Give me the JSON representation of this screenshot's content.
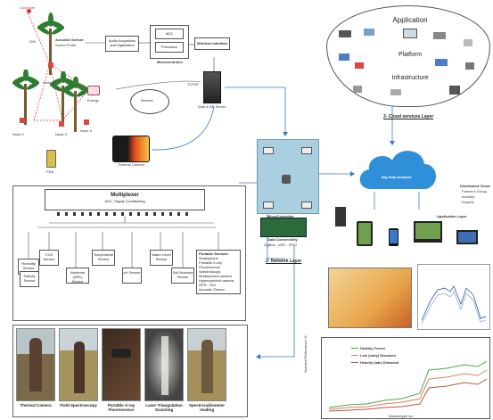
{
  "iot_field": {
    "sensor_top_label": "Controller",
    "acoustic_sensor": "Acoustic Sensor",
    "sound_probe": "Sound Probe",
    "gw": "GW",
    "node1": "Node 1",
    "node2": "Node 2",
    "node3": "Node 3",
    "node4": "Node 4",
    "energy": "Energy",
    "internet": "Internet",
    "pda": "PDA",
    "audio_box": "Audio Acquisition and Digitization",
    "microcontroller_boxes": [
      "ADC",
      "Processor"
    ],
    "microcontroller_label": "Microcontroller",
    "wireless_interface": "Wireless Interface",
    "tcp_label": "TCP/IP",
    "web_server": "Web & DB Server",
    "thermal_camera": "Thermal Camera"
  },
  "multiplexer": {
    "title": "Multiplexer",
    "subtitle": "ADC, Signal Conditioning",
    "sensors": [
      "Humidity Sensor",
      "CO2 Sensor",
      "Temperature Sensor",
      "Water Level Sensor",
      "Salinity Sensor",
      "Nutrients (NPK) Sensor",
      "pH Sensor",
      "Soil Moisture Sensor"
    ],
    "portable_sensors_title": "Portable Sensors",
    "portable_sensors": [
      "Smartphone",
      "Portable X-ray",
      "Fluorescence",
      "Spectroscopy",
      "Multispectral camera",
      "Hyperspectral camera",
      "GPS - GIS",
      "Acoustic Sensor"
    ]
  },
  "photos": [
    {
      "caption": "Thermal Camera"
    },
    {
      "caption": "Field Spectroscopy"
    },
    {
      "caption": "Portable X-ray Fluorescence"
    },
    {
      "caption": "Laser Triangulation Scanning"
    },
    {
      "caption": "Spectroradiometer reading"
    }
  ],
  "network": {
    "microcontroller": "MicroController",
    "data_connectivity": "Data Connectivity",
    "protocols": "ZigBee - WiFi - RFID",
    "layer_title": "2- Network Layer"
  },
  "cloud_top": {
    "application": "Application",
    "platform": "Platform",
    "infrastructure": "Infrastructure",
    "layer_title": "3- Cloud services Layer"
  },
  "cloud_mid": {
    "big_data": "Big Data Analysis",
    "distributed": "Distributed Cloud",
    "distributed_lines": [
      "Farmer's Group",
      "Industry",
      "Experts"
    ],
    "application_layer": "Application Layer"
  },
  "spectral_chart": {
    "legend": [
      "Healthy Forest",
      "Low (early) Diseased",
      "Heavily (late) Diseased"
    ],
    "legend_colors": [
      "#4aa84a",
      "#e07b6a",
      "#b05a3a"
    ],
    "ylabel": "Spectral Reflectance %",
    "xlabel": "Wavelength nm"
  },
  "colors": {
    "cloud_blue": "#2f8fd8",
    "arrow_blue": "#3b78c9",
    "palm_green": "#2e7d32",
    "trunk_brown": "#7a5a2e"
  }
}
